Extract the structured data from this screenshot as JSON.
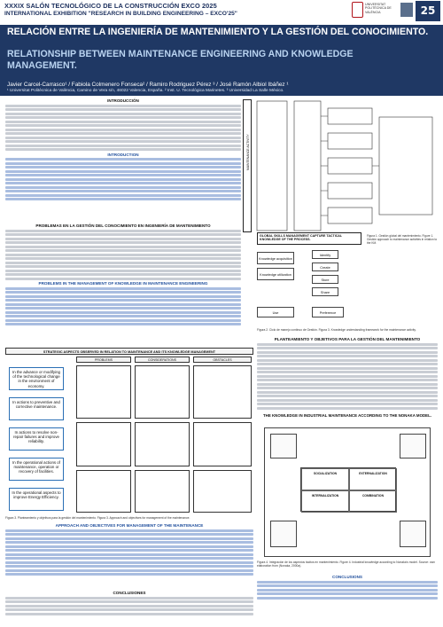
{
  "header": {
    "line1": "XXXIX SALÓN TECNOLÓGICO DE LA CONSTRUCCIÓN EXCO 2025",
    "line2": "INTERNATIONAL EXHIBITION \"RESEARCH IN BUILDING ENGINEERING – EXCO'25\"",
    "logo_text": "UNIVERSITAT POLITÈCNICA DE VALÈNCIA",
    "badge": "25"
  },
  "title": {
    "es": "RELACIÓN ENTRE LA INGENIERÍA DE MANTENIMIENTO Y LA GESTIÓN DEL CONOCIMIENTO.",
    "en": "RELATIONSHIP BETWEEN MAINTENANCE ENGINEERING AND KNOWLEDGE MANAGEMENT.",
    "authors": "Javier Carcel-Carrasco¹ / Fabiola Colmenero Fonseca² / Ramiro Rodriguez Pérez ³ / José Ramón Albiol Ibáñez ¹",
    "affiliation": "¹ Universitat Politècnica de València, Camino de Vera s/n, 46022 Valencia, España. ² Inst. U. Tecnológica Marinetes. ³ Universidad La Salle México."
  },
  "sections": {
    "intro_es": "INTRODUCCIÓN",
    "intro_en": "INTRODUCTION",
    "problems_es": "PROBLEMAS EN LA GESTIÓN DEL CONOCIMIENTO EN INGENIERÍA DE MANTENIMIENTO",
    "problems_en": "PROBLEMS IN THE MANAGEMENT OF KNOWLEDGE IN MAINTENANCE ENGINEERING",
    "approach": "APPROACH AND OBJECTIVES FOR MANAGEMENT OF THE MAINTENANCE",
    "conclusiones": "CONCLUSIONES",
    "conclusions": "CONCLUSIONS",
    "planning": "PLANTEAMIENTO Y OBJETIVOS PARA LA GESTIÓN DEL MANTENIMIENTO"
  },
  "figure1": {
    "maint_label": "MAINTENANCE ACTIVITY",
    "box_title": "GLOBAL SKILLS MANAGEMENT CAPTURE TACTICAL KNOWLEDGE OF THE PROCESS.",
    "caption": "Figura 1. Gestión global del mantenimiento. Figure 1. Gestión approach to maintenance activities in relation to the KM."
  },
  "figure2": {
    "boxes": [
      "Knowledge acquisition",
      "Knowledge utilization",
      "Identify",
      "Create",
      "Store",
      "Share",
      "Use",
      "Preference"
    ],
    "caption": "Figura 2. Ciclo de manejo continuo de Gestión. Figura 3. Knowledge understanding framework for the maintenance activity."
  },
  "figure3": {
    "bar_title": "STRATEGIC ASPECTS OBSERVED IN RELATION TO MAINTENANCE AND ITS KNOWLEDGE MANAGEMENT",
    "headers": [
      "PROBLEMS",
      "CONSIDERATIONS",
      "OBSTACLES"
    ],
    "rows": [
      "In the advance or modifying of the technological change in the environment of economy.",
      "In actions to preventive and corrective maintenance.",
      "In actions to resolve non-repair failures and improve reliability.",
      "In the operational actions of maintenance, operation or recovery of facilities.",
      "In the operational aspects to improve Energy Efficiency."
    ],
    "caption": "Figura 3. Planteamiento y objetivos para la gestión del mantenimiento. Figura 3. Approach and objectives for management of the maintenance."
  },
  "figure4": {
    "title": "THE KNOWLEDGE IN INDUSTRIAL MAINTENANCE ACCORDING TO THE NONAKA MODEL.",
    "cells": [
      "SOCIALIZATION",
      "EXTERNALIZATION",
      "INTERNALIZATION",
      "COMBINATION"
    ],
    "caption": "Figura 4. Integración de los aspectos tácitos en mantenimiento. Figure 4. Industrial knowledge according to Nonaka's model. Source: own elaboration from (Nonaka, 2000a)."
  },
  "colors": {
    "navy": "#1f3864",
    "accent": "#2a6fb5",
    "link_blue": "#2a4f9a"
  }
}
